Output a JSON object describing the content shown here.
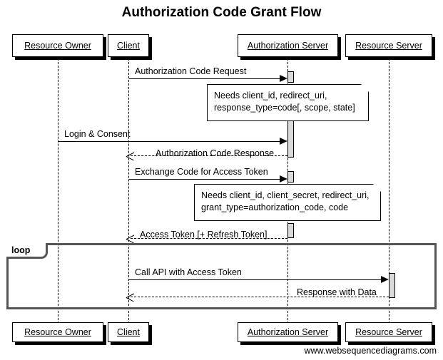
{
  "diagram": {
    "title": "Authorization Code Grant Flow",
    "footer": "www.websequencediagrams.com",
    "colors": {
      "background": "#ffffff",
      "stroke": "#000000",
      "activation_fill": "#d9d9d9",
      "fragment_border": "#555555"
    },
    "participants": [
      {
        "id": "resource-owner",
        "label": "Resource Owner"
      },
      {
        "id": "client",
        "label": "Client"
      },
      {
        "id": "authorization-server",
        "label": "Authorization Server"
      },
      {
        "id": "resource-server",
        "label": "Resource Server"
      }
    ],
    "messages": [
      {
        "id": "authorization-code-request",
        "label": "Authorization Code Request",
        "from": "client",
        "to": "authorization-server",
        "style": "solid"
      },
      {
        "id": "login-and-consent",
        "label": "Login & Consent",
        "from": "resource-owner",
        "to": "authorization-server",
        "style": "solid"
      },
      {
        "id": "authorization-code-response",
        "label": "Authorization Code Response",
        "from": "authorization-server",
        "to": "client",
        "style": "dashed"
      },
      {
        "id": "exchange-code-for-access-token",
        "label": "Exchange Code for Access Token",
        "from": "client",
        "to": "authorization-server",
        "style": "solid"
      },
      {
        "id": "access-token-refresh-token",
        "label": "Access Token [+ Refresh Token]",
        "from": "authorization-server",
        "to": "client",
        "style": "dashed"
      },
      {
        "id": "call-api-with-access-token",
        "label": "Call API with Access Token",
        "from": "client",
        "to": "resource-server",
        "style": "solid"
      },
      {
        "id": "response-with-data",
        "label": "Response with Data",
        "from": "resource-server",
        "to": "client",
        "style": "dashed"
      }
    ],
    "notes": [
      {
        "id": "note-authorization-request-params",
        "line1": "Needs client_id, redirect_uri,",
        "line2": "response_type=code[, scope, state]"
      },
      {
        "id": "note-token-request-params",
        "line1": "Needs client_id, client_secret, redirect_uri,",
        "line2": "grant_type=authorization_code, code"
      }
    ],
    "fragments": [
      {
        "id": "loop-fragment",
        "label": "loop"
      }
    ]
  }
}
